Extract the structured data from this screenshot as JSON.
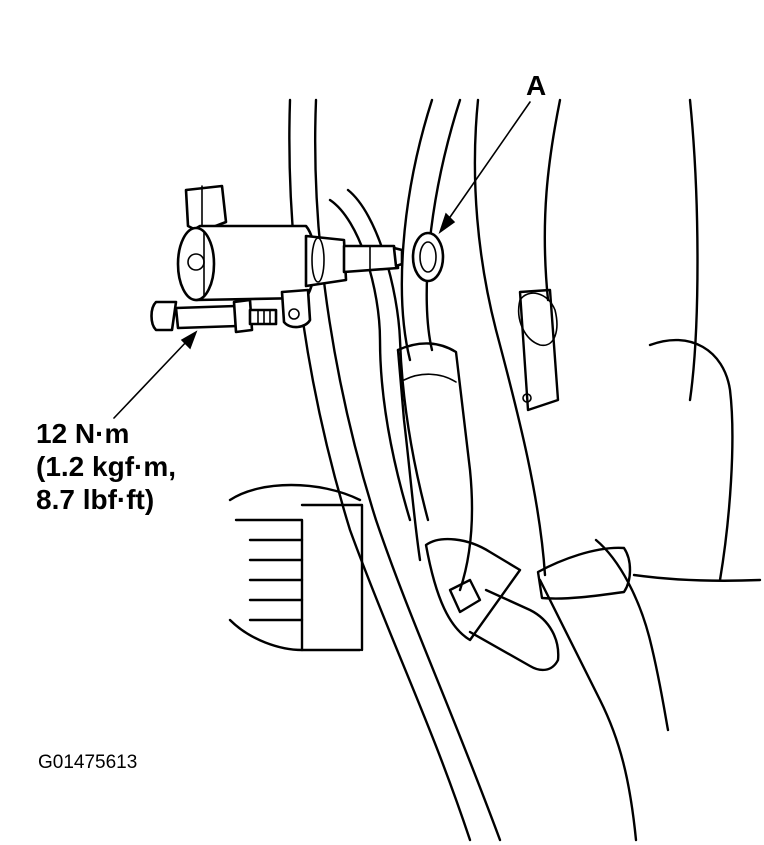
{
  "callouts": {
    "part_a": "A",
    "torque_line1": "12 N·m",
    "torque_line2": "(1.2 kgf·m,",
    "torque_line3": "8.7 lbf·ft)"
  },
  "figure_id": "G01475613"
}
